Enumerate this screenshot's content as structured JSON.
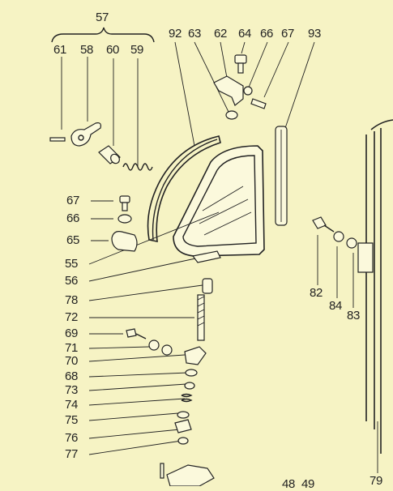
{
  "labels": {
    "l57": "57",
    "l61": "61",
    "l58": "58",
    "l60": "60",
    "l59": "59",
    "l92": "92",
    "l63a": "63",
    "l62": "62",
    "l64": "64",
    "l66a": "66",
    "l67a": "67",
    "l93": "93",
    "l67b": "67",
    "l66b": "66",
    "l65": "65",
    "l55": "55",
    "l56": "56",
    "l78": "78",
    "l72": "72",
    "l69": "69",
    "l71": "71",
    "l70": "70",
    "l68": "68",
    "l73": "73",
    "l74": "74",
    "l75": "75",
    "l76": "76",
    "l77": "77",
    "l82": "82",
    "l84": "84",
    "l83": "83",
    "l79": "79",
    "l48": "48",
    "l49": "49"
  }
}
